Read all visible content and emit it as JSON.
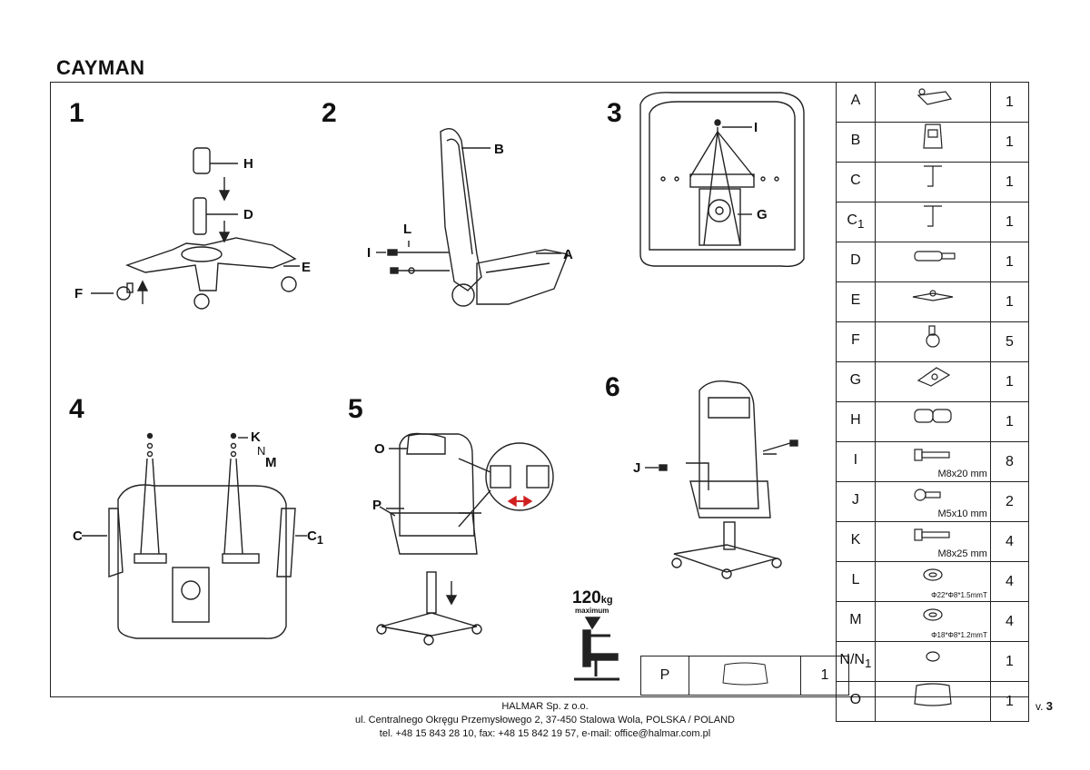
{
  "title": "CAYMAN",
  "steps": [
    "1",
    "2",
    "3",
    "4",
    "5",
    "6"
  ],
  "labels": {
    "H": "H",
    "D": "D",
    "E": "E",
    "F": "F",
    "B": "B",
    "A": "A",
    "L": "L",
    "I2": "I",
    "I3": "I",
    "G": "G",
    "K": "K",
    "N": "N",
    "M": "M",
    "C": "C",
    "C1": "C",
    "C1sub": "1",
    "O": "O",
    "P": "P",
    "J": "J"
  },
  "weight": {
    "value": "120",
    "unit": "kg",
    "sub": "maximum"
  },
  "parts": [
    {
      "letter": "A",
      "sub": "",
      "qty": "1",
      "spec": "",
      "icon": "seat-icon"
    },
    {
      "letter": "B",
      "sub": "",
      "qty": "1",
      "spec": "",
      "icon": "backrest-icon"
    },
    {
      "letter": "C",
      "sub": "",
      "qty": "1",
      "spec": "",
      "icon": "armrest-icon"
    },
    {
      "letter": "C",
      "sub": "1",
      "qty": "1",
      "spec": "",
      "icon": "armrest-icon"
    },
    {
      "letter": "D",
      "sub": "",
      "qty": "1",
      "spec": "",
      "icon": "gas-lift-icon"
    },
    {
      "letter": "E",
      "sub": "",
      "qty": "1",
      "spec": "",
      "icon": "base-icon"
    },
    {
      "letter": "F",
      "sub": "",
      "qty": "5",
      "spec": "",
      "icon": "caster-icon"
    },
    {
      "letter": "G",
      "sub": "",
      "qty": "1",
      "spec": "",
      "icon": "mechanism-icon"
    },
    {
      "letter": "H",
      "sub": "",
      "qty": "1",
      "spec": "",
      "icon": "cover-icon"
    },
    {
      "letter": "I",
      "sub": "",
      "qty": "8",
      "spec": "M8x20 mm",
      "icon": "bolt-icon"
    },
    {
      "letter": "J",
      "sub": "",
      "qty": "2",
      "spec": "M5x10 mm",
      "icon": "screw-icon"
    },
    {
      "letter": "K",
      "sub": "",
      "qty": "4",
      "spec": "M8x25 mm",
      "icon": "bolt-icon"
    },
    {
      "letter": "L",
      "sub": "",
      "qty": "4",
      "spec": "Φ22*Φ8*1.5mmT",
      "icon": "washer-icon"
    },
    {
      "letter": "M",
      "sub": "",
      "qty": "4",
      "spec": "Φ18*Φ8*1.2mmT",
      "icon": "washer-icon"
    },
    {
      "letter": "N/N",
      "sub": "1",
      "qty": "1",
      "spec": "",
      "icon": "spring-washer-icon"
    },
    {
      "letter": "O",
      "sub": "",
      "qty": "1",
      "spec": "",
      "icon": "pillow-icon"
    }
  ],
  "extra_part": {
    "letter": "P",
    "qty": "1",
    "icon": "pillow-icon"
  },
  "footer": {
    "company": "HALMAR Sp. z o.o.",
    "address": "ul. Centralnego Okręgu Przemysłowego 2, 37-450 Stalowa Wola, POLSKA / POLAND",
    "contact": "tel. +48 15 843 28 10, fax: +48 15 842 19 57, e-mail: office@halmar.com.pl"
  },
  "version": {
    "prefix": "v.",
    "number": "3"
  }
}
